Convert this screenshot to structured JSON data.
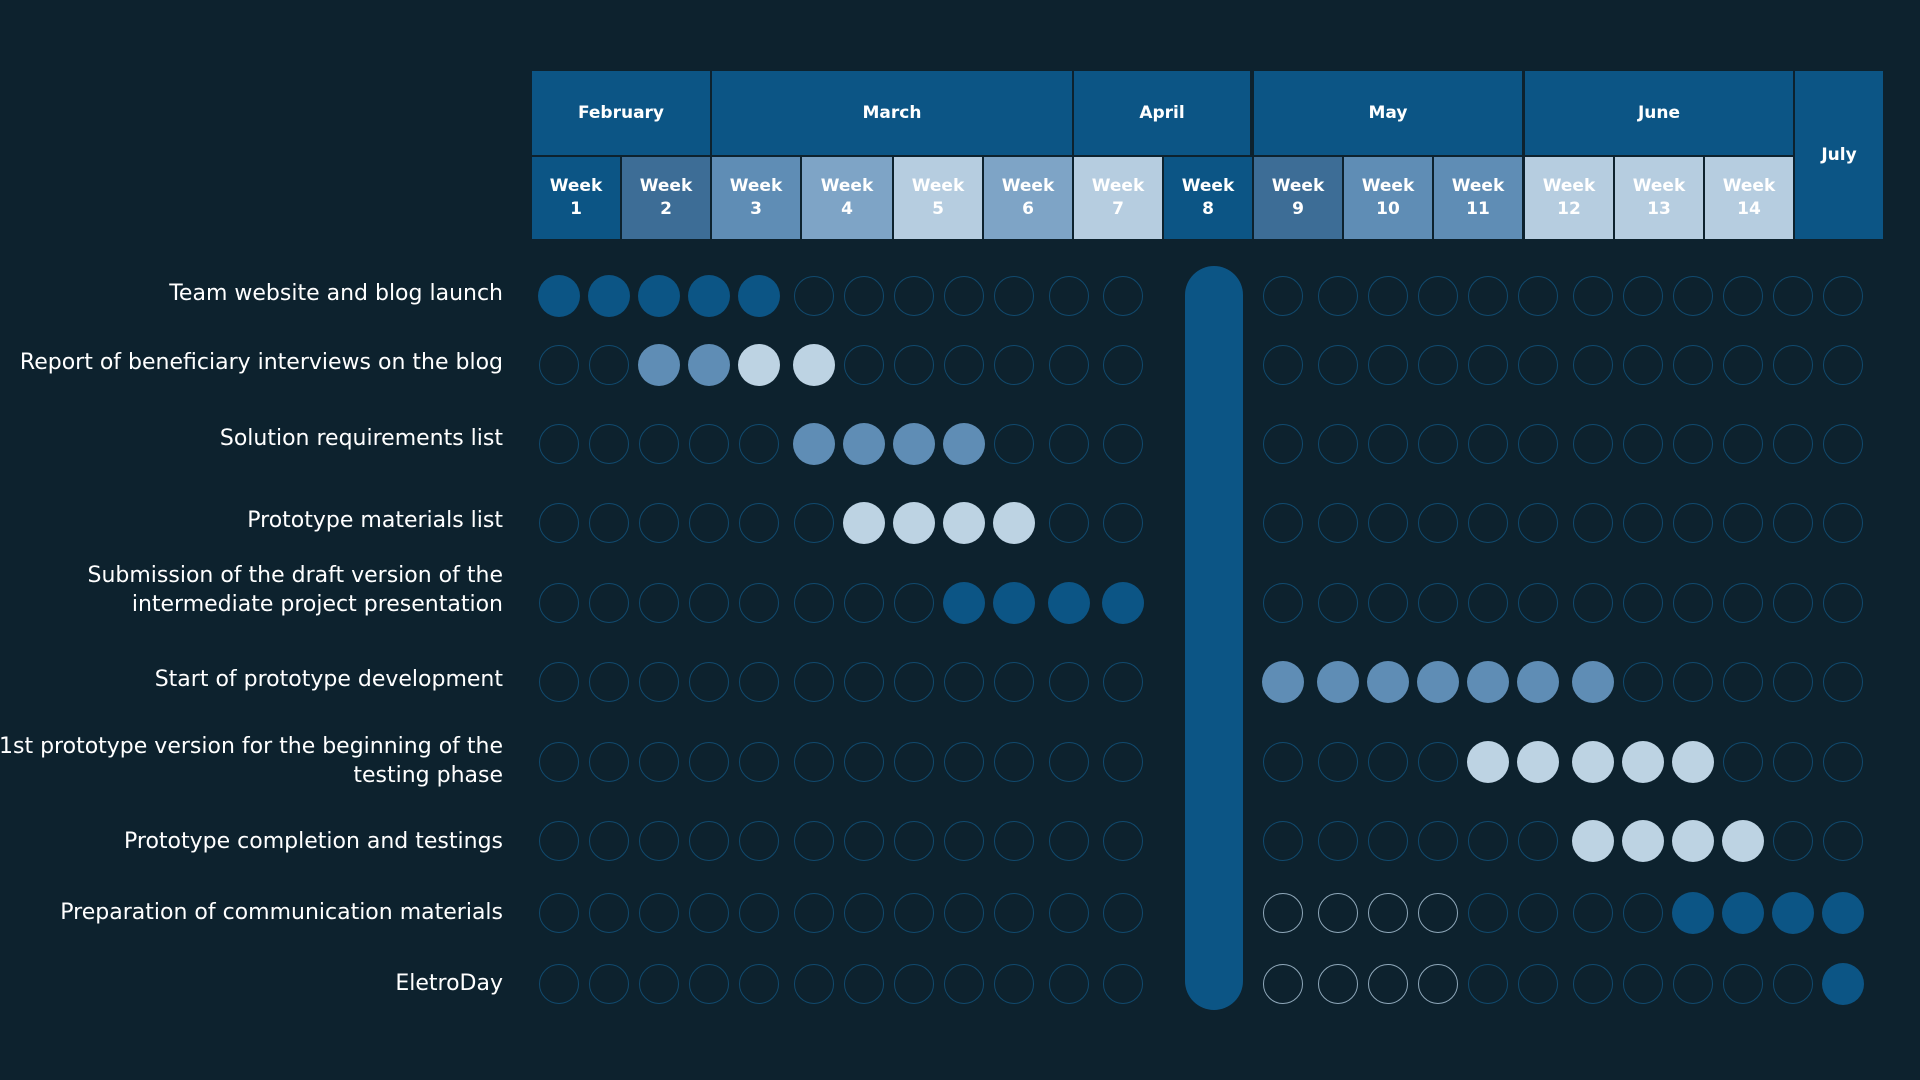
{
  "colors": {
    "background": "#0d222e",
    "dark": "#0c5585",
    "mid": "#5f8db5",
    "light": "#bdd3e3",
    "outline": "#114a6e",
    "outline_light": "#8fa8ba"
  },
  "months": [
    {
      "label": "February"
    },
    {
      "label": "March"
    },
    {
      "label": "April"
    },
    {
      "label": "May"
    },
    {
      "label": "June"
    },
    {
      "label": "July"
    }
  ],
  "weeks": [
    {
      "word": "Week",
      "num": "1"
    },
    {
      "word": "Week",
      "num": "2"
    },
    {
      "word": "Week",
      "num": "3"
    },
    {
      "word": "Week",
      "num": "4"
    },
    {
      "word": "Week",
      "num": "5"
    },
    {
      "word": "Week",
      "num": "6"
    },
    {
      "word": "Week",
      "num": "7"
    },
    {
      "word": "Week",
      "num": "8"
    },
    {
      "word": "Week",
      "num": "9"
    },
    {
      "word": "Week",
      "num": "10"
    },
    {
      "word": "Week",
      "num": "11"
    },
    {
      "word": "Week",
      "num": "12"
    },
    {
      "word": "Week",
      "num": "13"
    },
    {
      "word": "Week",
      "num": "14"
    }
  ],
  "tasks": [
    {
      "label": "Team website and blog launch",
      "cells": "DDDDD_______|____________"
    },
    {
      "label": "Report of beneficiary interviews on the blog",
      "cells": "__MMLL______|____________"
    },
    {
      "label": "Solution requirements list",
      "cells": "_____MMMM___|____________"
    },
    {
      "label": "Prototype materials list",
      "cells": "______LLLL__|____________"
    },
    {
      "label": "Submission of the draft version of the intermediate project presentation",
      "cells": "________DDDD|____________"
    },
    {
      "label": "Start of prototype development",
      "cells": "____________|MMMMMMM_____"
    },
    {
      "label": "1st prototype version for the beginning of the testing phase",
      "cells": "____________|____LLLLL___"
    },
    {
      "label": "Prototype completion and testings",
      "cells": "____________|______LLLL__"
    },
    {
      "label": "Preparation of communication materials",
      "cells": "____________|oooo____DDDD"
    },
    {
      "label": "EletroDay",
      "cells": "____________|oooo_______D"
    }
  ]
}
